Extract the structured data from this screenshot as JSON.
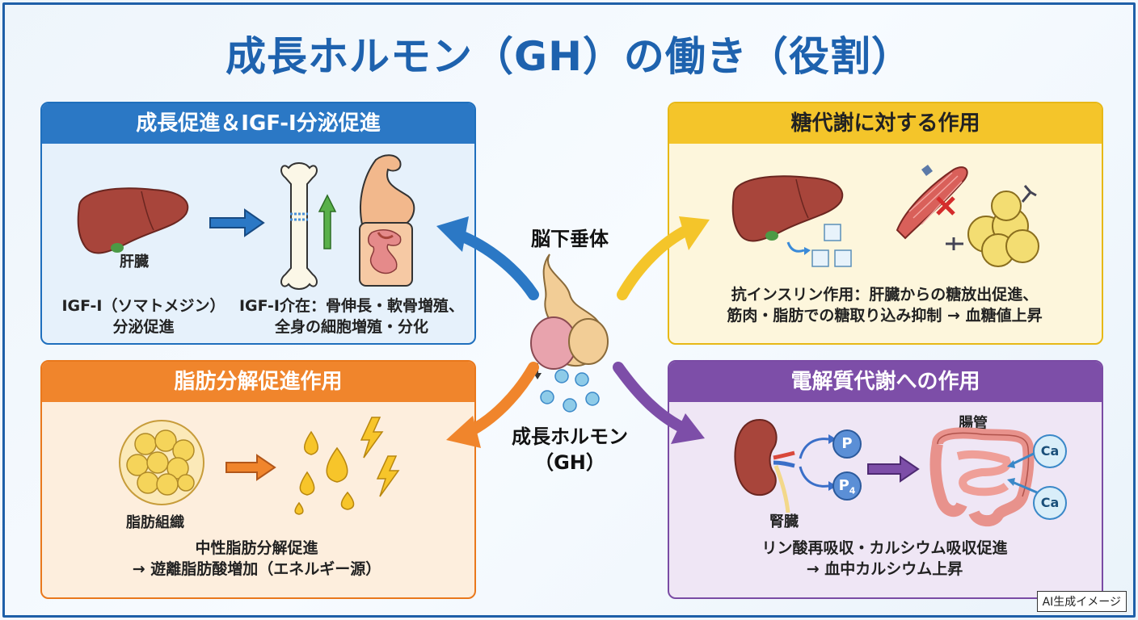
{
  "title": "成長ホルモン（GH）の働き（役割）",
  "center": {
    "top_label": "脳下垂体",
    "bottom_label_line1": "成長ホルモン",
    "bottom_label_line2": "（GH）"
  },
  "panels": {
    "growth": {
      "title": "成長促進＆IGF-I分泌促進",
      "liver_label": "肝臓",
      "left_text_line1": "IGF-I（ソマトメジン）",
      "left_text_line2": "分泌促進",
      "right_text_line1": "IGF-I介在：骨伸長・軟骨増殖、",
      "right_text_line2": "全身の細胞増殖・分化"
    },
    "glucose": {
      "title": "糖代謝に対する作用",
      "text_line1": "抗インスリン作用：肝臓からの糖放出促進、",
      "text_line2": "筋肉・脂肪での糖取り込み抑制 → 血糖値上昇"
    },
    "fat": {
      "title": "脂肪分解促進作用",
      "tissue_label": "脂肪組織",
      "text_line1": "中性脂肪分解促進",
      "text_line2": "→ 遊離脂肪酸増加（エネルギー源）"
    },
    "electrolyte": {
      "title": "電解質代謝への作用",
      "kidney_label": "腎臓",
      "intestine_label": "腸管",
      "p_label": "P",
      "p4_label": "P",
      "p4_sub": "4",
      "ca_label": "Ca",
      "text_line1": "リン酸再吸収・カルシウム吸収促進",
      "text_line2": "→ 血中カルシウム上昇"
    }
  },
  "badge": "AI生成イメージ",
  "colors": {
    "blue": "#2b78c5",
    "yellow": "#f4c52a",
    "orange": "#f0852c",
    "purple": "#7d4ea8",
    "title": "#1e62ae"
  }
}
